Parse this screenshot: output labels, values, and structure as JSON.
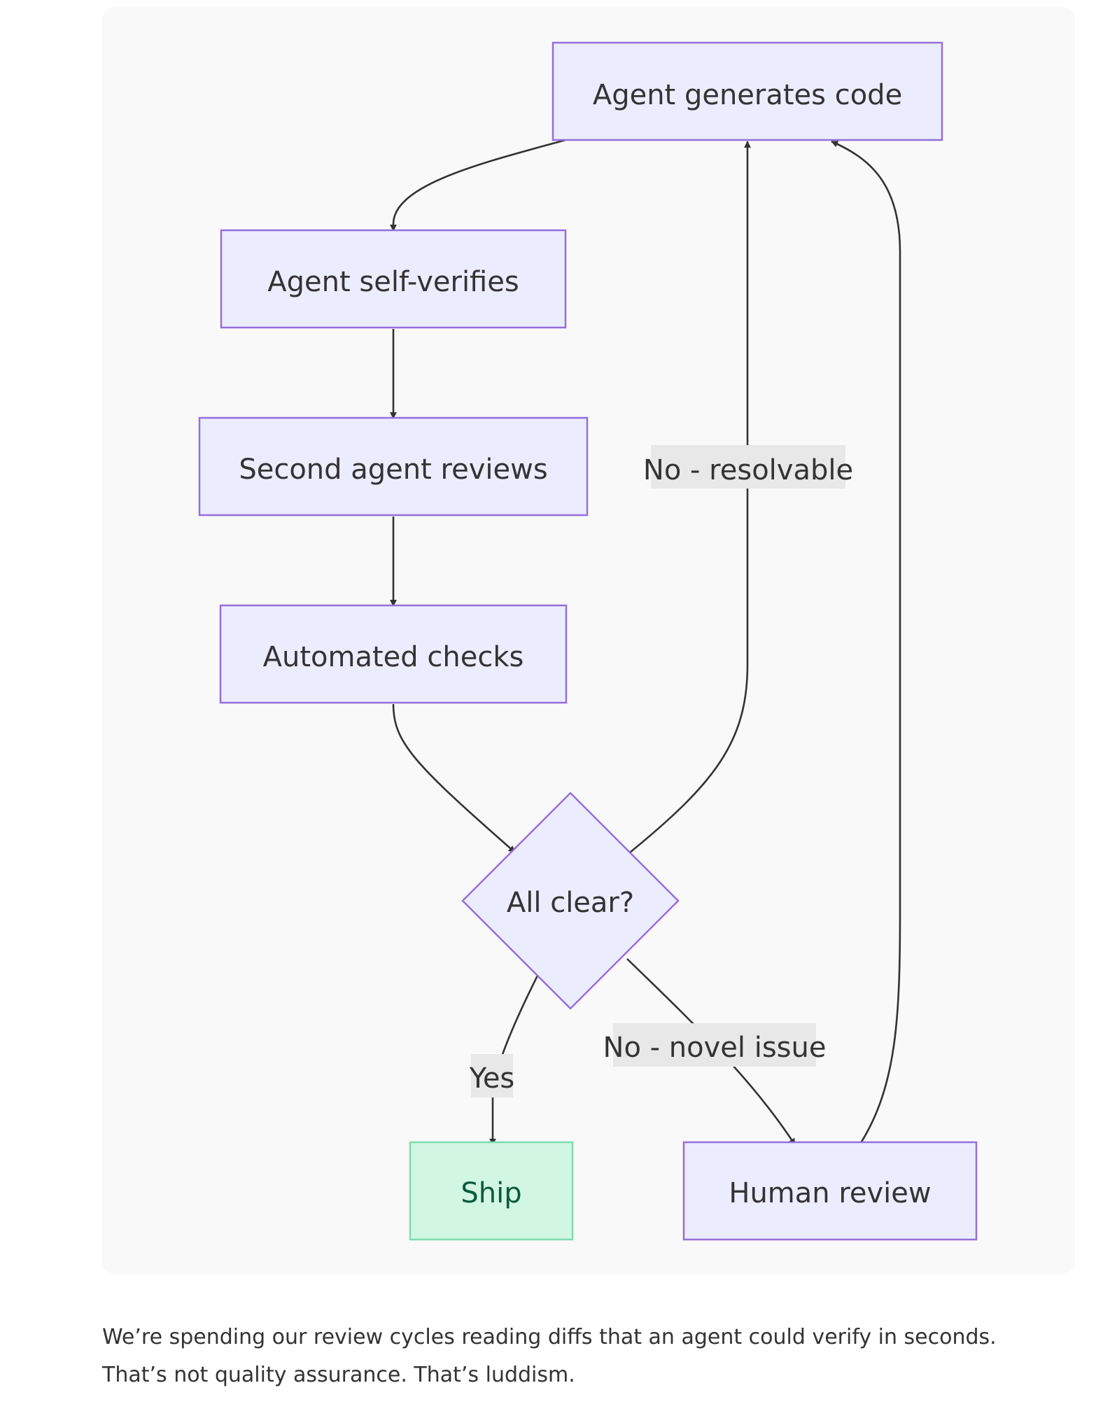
{
  "diagram": {
    "nodes": {
      "generate": "Agent generates code",
      "self_verify": "Agent self-verifies",
      "second_review": "Second agent reviews",
      "automated": "Automated checks",
      "decision": "All clear?",
      "ship": "Ship",
      "human": "Human review"
    },
    "edges": {
      "yes": "Yes",
      "no_resolvable": "No - resolvable",
      "no_novel": "No - novel issue"
    },
    "colors": {
      "node_fill": "#ececff",
      "node_stroke": "#9370db",
      "ship_fill": "#d1f7e3",
      "ship_stroke": "#7fdcb0",
      "edge": "#333333",
      "panel_bg": "#f9f9f9"
    }
  },
  "body_text": "We’re spending our review cycles reading diffs that an agent could verify in seconds. That’s not quality assurance. That’s luddism."
}
